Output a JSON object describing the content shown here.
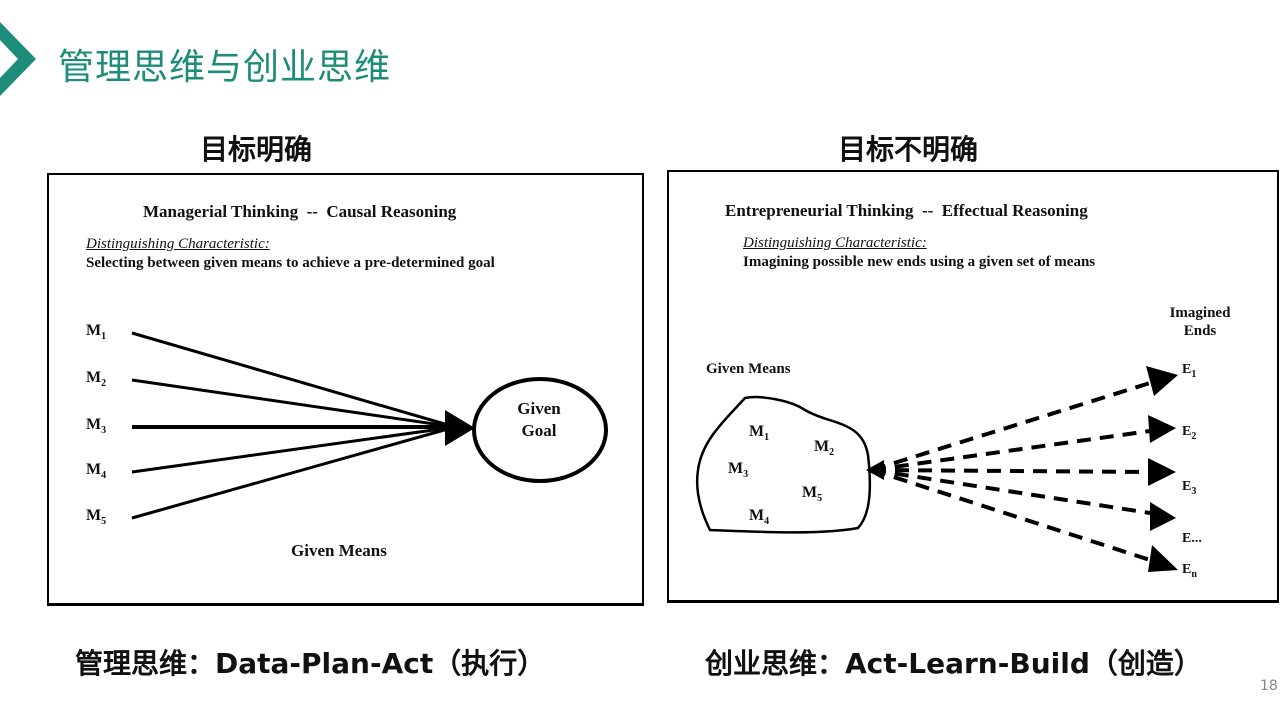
{
  "header": {
    "title": "管理思维与创业思维",
    "accent": "#1e8c7a",
    "icon": "chevron-right-icon"
  },
  "left": {
    "subtitle": "目标明确",
    "heading": "Managerial Thinking  --  Causal Reasoning",
    "char_label": "Distinguishing Characteristic:",
    "char_text": "Selecting between given means to achieve a pre-determined goal",
    "means": [
      {
        "m": "M",
        "s": "1"
      },
      {
        "m": "M",
        "s": "2"
      },
      {
        "m": "M",
        "s": "3"
      },
      {
        "m": "M",
        "s": "4"
      },
      {
        "m": "M",
        "s": "5"
      }
    ],
    "goal_line1": "Given",
    "goal_line2": "Goal",
    "means_label": "Given Means",
    "footer": "管理思维：Data-Plan-Act（执行）"
  },
  "right": {
    "subtitle": "目标不明确",
    "heading": "Entrepreneurial Thinking  --  Effectual Reasoning",
    "char_label": "Distinguishing Characteristic:",
    "char_text": "Imagining possible new ends using a given set of means",
    "ends_label1": "Imagined",
    "ends_label2": "Ends",
    "means_label": "Given Means",
    "means": [
      {
        "m": "M",
        "s": "1"
      },
      {
        "m": "M",
        "s": "2"
      },
      {
        "m": "M",
        "s": "3"
      },
      {
        "m": "M",
        "s": "4"
      },
      {
        "m": "M",
        "s": "5"
      }
    ],
    "ends": [
      {
        "m": "E",
        "s": "1"
      },
      {
        "m": "E",
        "s": "2"
      },
      {
        "m": "E",
        "s": "3"
      },
      {
        "m": "E...",
        "s": ""
      },
      {
        "m": "E",
        "s": "n"
      }
    ],
    "footer": "创业思维：Act-Learn-Build（创造）"
  },
  "page_number": "18"
}
